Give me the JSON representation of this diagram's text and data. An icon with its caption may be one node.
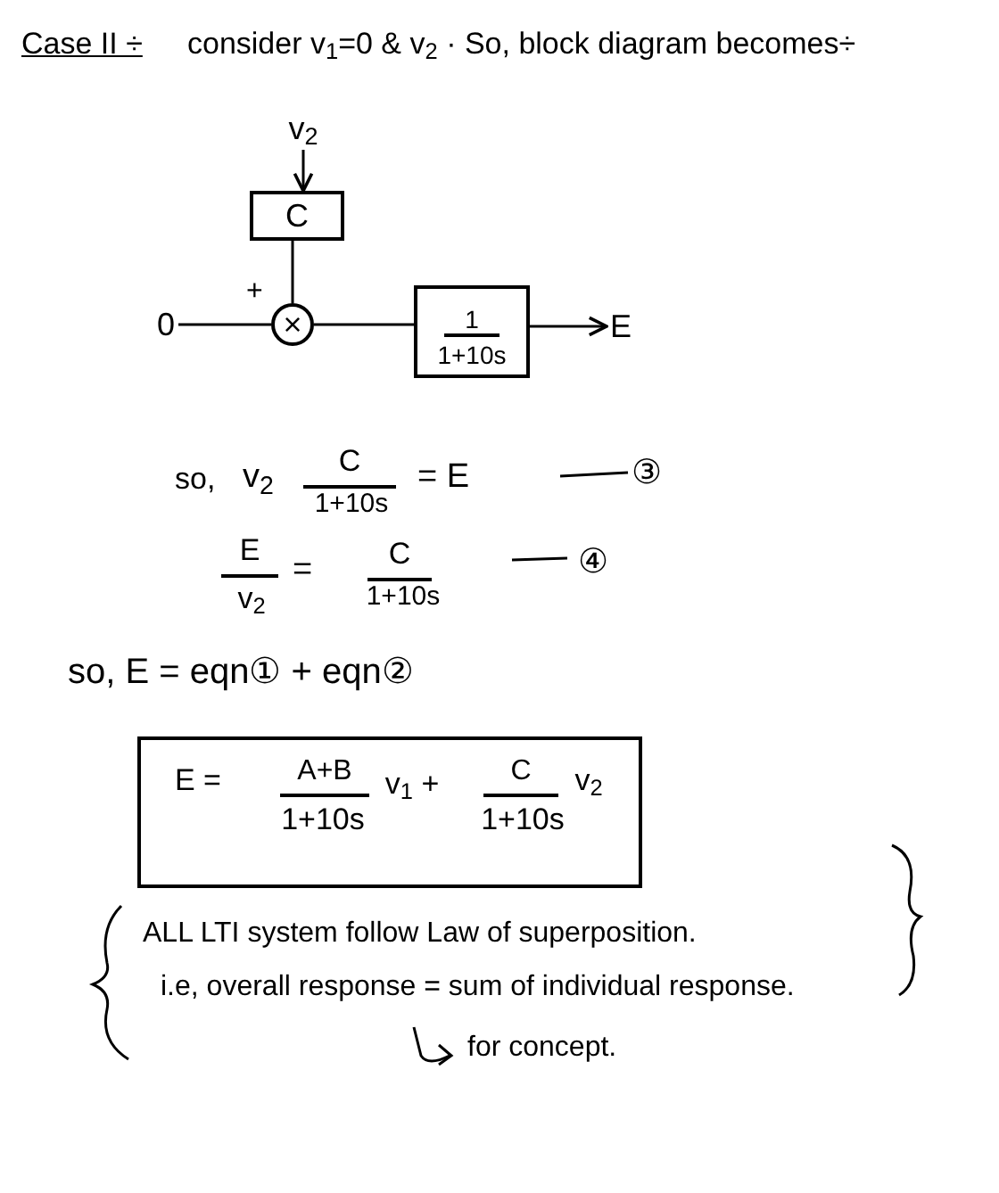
{
  "diagram": {
    "title": "Case II ÷",
    "nodes": [
      {
        "text": [
          "v$_{2}$"
        ]
      },
      {
        "text": [
          "C"
        ]
      },
      {
        "text": [
          "×"
        ],
        "beside": [
          "+"
        ]
      },
      {
        "text": [
          "0"
        ]
      },
      {
        "text": [
          "1",
          "1+10s"
        ]
      },
      {
        "text": [
          "E"
        ]
      },
      {
        "text": [
          "E =",
          "A+B",
          "1+10s",
          "v$_{1}$ +",
          "C",
          "1+10s",
          "v$_{2}$"
        ]
      }
    ],
    "edges": [
      {
        "from": 0,
        "to": 1,
        "arrow": "to"
      },
      {
        "from": 1,
        "to": 2,
        "arrow": "none"
      },
      {
        "from": 3,
        "to": 2,
        "arrow": "none"
      },
      {
        "from": 2,
        "to": 4,
        "arrow": "none"
      },
      {
        "from": 4,
        "to": 5,
        "arrow": "to"
      }
    ],
    "labels": [
      "consider v$_{1}$=0 & v$_{2}$ · So, block diagram becomes÷",
      "so,",
      "v$_{2}$",
      "C",
      "1+10s",
      "= E",
      "③",
      "E",
      "v$_{2}$",
      "=",
      "C",
      "1+10s",
      "④",
      "so, E =  eqn① + eqn②",
      "ALL LTI system follow Law of superposition.",
      "i.e, overall response = sum of individual response.",
      "for concept."
    ]
  }
}
